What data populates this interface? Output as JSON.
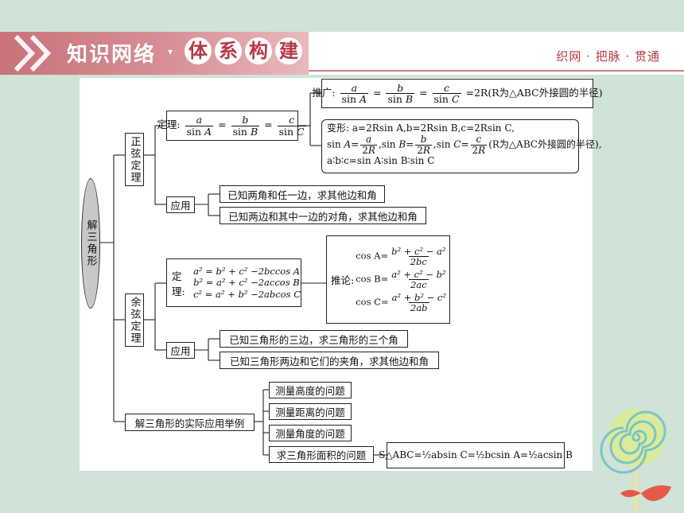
{
  "header": {
    "title_a": "知识网络",
    "title_dot": "▾",
    "title_b": [
      "体",
      "系",
      "构",
      "建"
    ],
    "tagline": "织网 · 把脉 · 贯通"
  },
  "root": "解三角形",
  "sine": {
    "label": "正弦定理",
    "theorem_label": "定理:",
    "extend_label": "推广:",
    "extend_tail": "=2R(R为△ABC外接圆的半径)",
    "transform_label": "变形:",
    "transform_line1": "a=2Rsin A,b=2Rsin B,c=2Rsin C,",
    "transform_line2_tail": "(R为△ABC外接圆的半径),",
    "transform_line3": "a∶b∶c=sin A∶sin B∶sin C",
    "apply_label": "应用",
    "apply_items": [
      "已知两角和任一边，求其他边和角",
      "已知两边和其中一边的对角，求其他边和角"
    ]
  },
  "cosine": {
    "label": "余弦定理",
    "theorem_label": "定理:",
    "formulas": [
      "a² = b² + c² −2bccos A",
      "b² = a² + c² −2accos B",
      "c² = a² + b² −2abcos C"
    ],
    "corollary_label": "推论:",
    "corollaries": [
      {
        "lhs": "cos A=",
        "num": "b² + c² − a²",
        "den": "2bc"
      },
      {
        "lhs": "cos B=",
        "num": "a² + c² − b²",
        "den": "2ac"
      },
      {
        "lhs": "cos C=",
        "num": "a² + b² − c²",
        "den": "2ab"
      }
    ],
    "apply_label": "应用",
    "apply_items": [
      "已知三角形的三边，求三角形的三个角",
      "已知三角形两边和它们的夹角，求其他边和角"
    ]
  },
  "practical": {
    "label": "解三角形的实际应用举例",
    "items": [
      "测量高度的问题",
      "测量距离的问题",
      "测量角度的问题",
      "求三角形面积的问题"
    ],
    "area_formula": "S△ABC=½absin C=½bcsin A=½acsin B"
  },
  "colors": {
    "background": "#cfe3d6",
    "header_pink": "#c9727a",
    "accent_red": "#b53a48",
    "root_fill": "#c8c8c8"
  }
}
